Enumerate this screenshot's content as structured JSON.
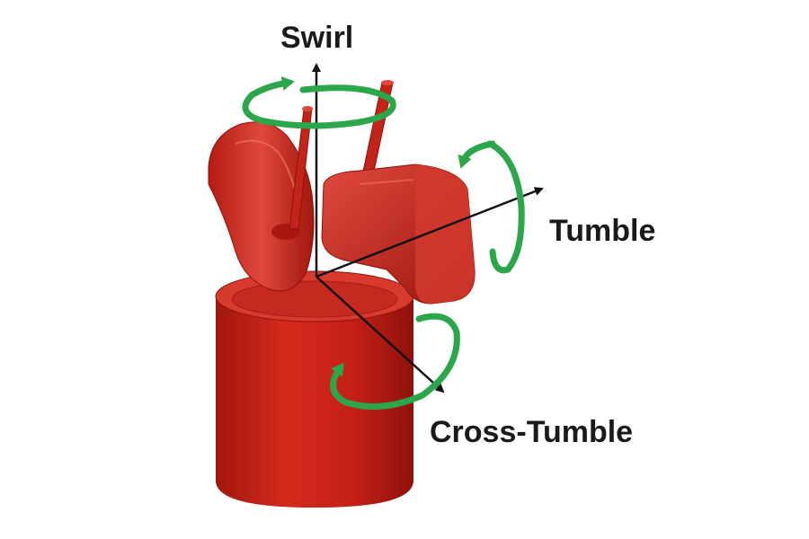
{
  "labels": {
    "swirl": "Swirl",
    "tumble": "Tumble",
    "cross_tumble": "Cross-Tumble"
  },
  "colors": {
    "engine_red": "#c91f15",
    "engine_red_dark": "#8e120b",
    "engine_red_light": "#e3473b",
    "rotation_arrow": "#2ca64a",
    "axis_line": "#111111",
    "background": "#ffffff"
  }
}
